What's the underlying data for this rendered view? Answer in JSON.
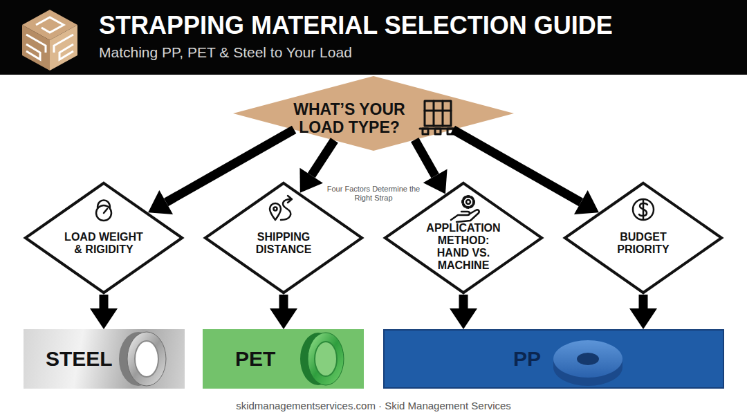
{
  "diagram": {
    "title": "STRAPPING MATERIAL SELECTION GUIDE",
    "caption": "skidmanagementservices.com · Skid Management Services",
    "nodes": [
      {
        "text": [
          "WHAT’S YOUR LOAD TYPE?"
        ]
      },
      {
        "text": [
          "LOAD WEIGHT & RIGIDITY"
        ]
      },
      {
        "text": [
          "SHIPPING DISTANCE"
        ]
      },
      {
        "text": [
          "APPLICATION METHOD: HAND VS. MACHINE"
        ]
      },
      {
        "text": [
          "BUDGET PRIORITY"
        ]
      },
      {
        "text": [
          "STEEL"
        ]
      },
      {
        "text": [
          "PET"
        ]
      },
      {
        "text": [
          "PP"
        ]
      }
    ],
    "edges": [
      {
        "from": 0,
        "to": 1,
        "arrow": "to"
      },
      {
        "from": 0,
        "to": 2,
        "arrow": "to"
      },
      {
        "from": 0,
        "to": 3,
        "arrow": "to"
      },
      {
        "from": 0,
        "to": 4,
        "arrow": "to"
      },
      {
        "from": 1,
        "to": 5,
        "arrow": "to"
      },
      {
        "from": 2,
        "to": 6,
        "arrow": "to"
      },
      {
        "from": 3,
        "to": 7,
        "arrow": "to"
      },
      {
        "from": 4,
        "to": 7,
        "arrow": "to"
      }
    ],
    "labels": [
      "Matching PP, PET & Steel to Your Load",
      "Four Factors Determine the Right Strap"
    ]
  }
}
